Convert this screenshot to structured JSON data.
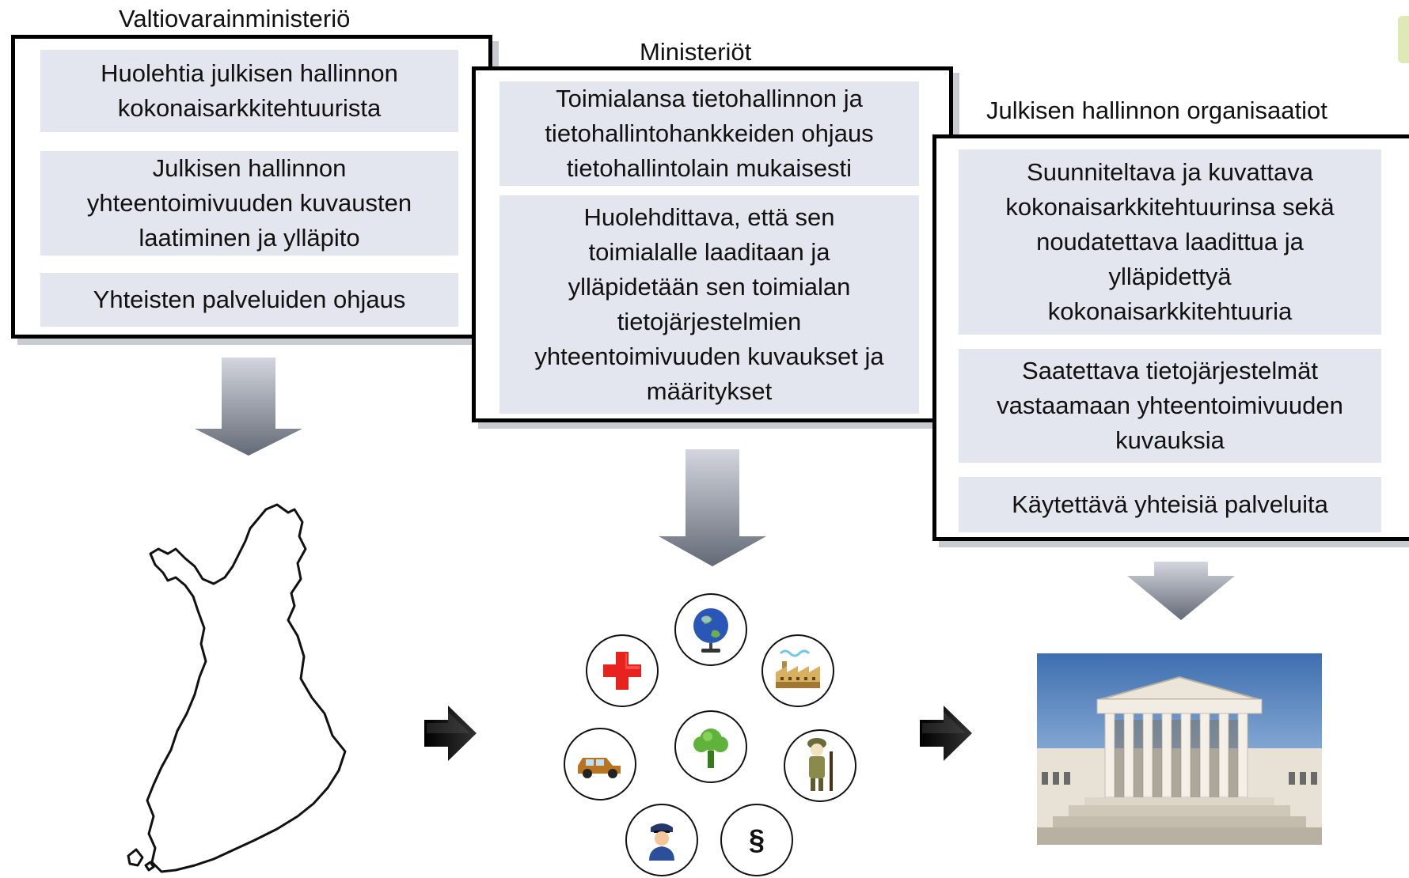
{
  "columns": [
    {
      "title": "Valtiovarainministeriö",
      "items": [
        "Huolehtia julkisen hallinnon\nkokonaisarkkitehtuurista",
        "Julkisen hallinnon\nyhteentoimivuuden kuvausten\nlaatiminen ja ylläpito",
        "Yhteisten palveluiden ohjaus"
      ]
    },
    {
      "title": "Ministeriöt",
      "items": [
        "Toimialansa tietohallinnon ja\ntietohallintohankkeiden ohjaus\ntietohallintolain mukaisesti",
        "Huolehdittava, että sen\ntoimialalle laaditaan ja\nylläpidetään sen toimialan\ntietojärjestelmien\nyhteentoimivuuden kuvaukset ja\nmääritykset"
      ]
    },
    {
      "title": "Julkisen hallinnon organisaatiot",
      "items": [
        "Suunniteltava ja kuvattava\nkokonaisarkkitehtuurinsa sekä\nnoudatettava laadittua ja\nylläpidettyä\nkokonaisarkkitehtuuria",
        "Saatettava tietojärjestelmät\nvastaamaan yhteentoimivuuden\nkuvauksia",
        "Käytettävä yhteisiä palveluita"
      ]
    }
  ],
  "icons": {
    "section_symbol": "§"
  },
  "colors": {
    "item_bg": "#e3e6ee",
    "arrow_top": "#c8ccd6",
    "arrow_bottom": "#6e7480"
  }
}
